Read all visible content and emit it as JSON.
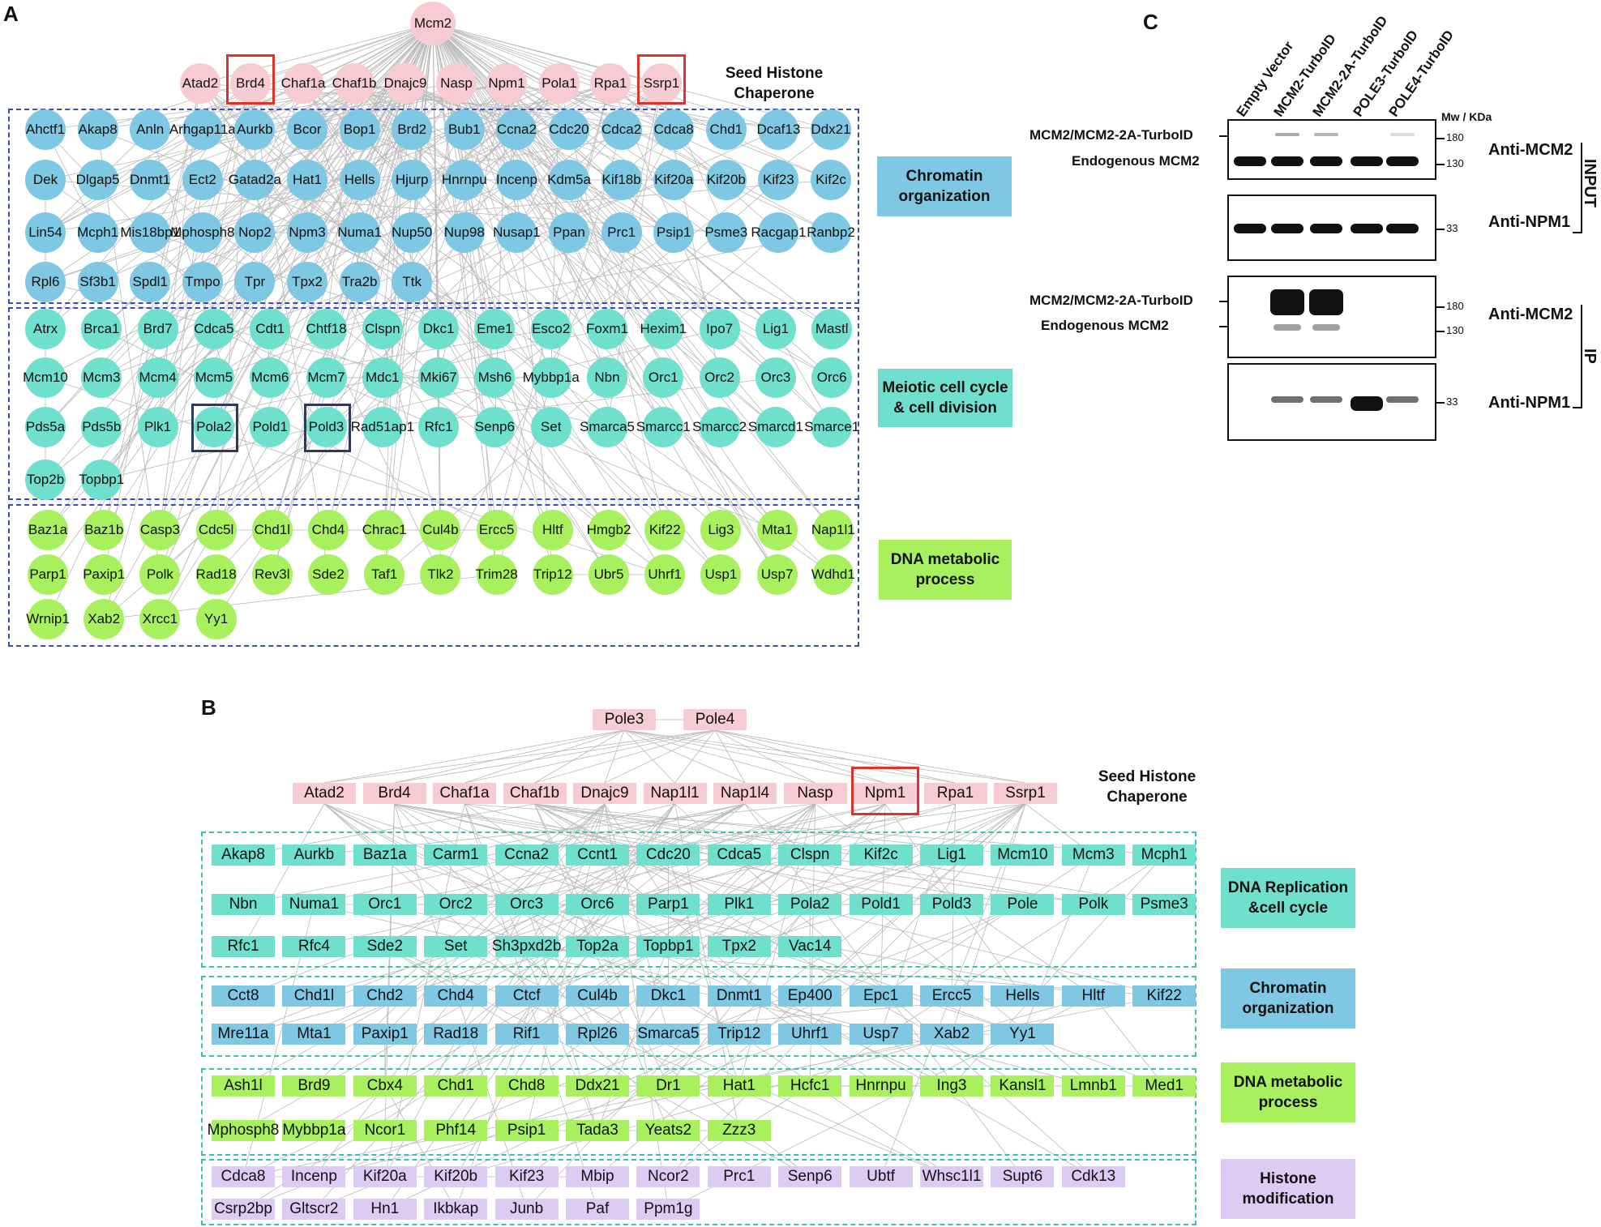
{
  "panels": {
    "a": "A",
    "b": "B",
    "c": "C"
  },
  "colors": {
    "seed": "#f7cbd4",
    "chromatin": "#7ec8e3",
    "meiotic": "#6fe0cd",
    "dna_metabolic": "#a8f05e",
    "histone_mod": "#dccbf3",
    "edge": "#b9b9b9",
    "highlight_red": "#e0322b",
    "highlight_navy": "#2e3a5e"
  },
  "panelA": {
    "hub": "Mcm2",
    "seed_label": "Seed Histone\nChaperone",
    "seeds": [
      "Atad2",
      "Brd4",
      "Chaf1a",
      "Chaf1b",
      "Dnajc9",
      "Nasp",
      "Npm1",
      "Pola1",
      "Rpa1",
      "Ssrp1"
    ],
    "highlighted_red": [
      "Brd4",
      "Ssrp1"
    ],
    "highlighted_navy": [
      "Pola2",
      "Pold3"
    ],
    "groups": [
      {
        "label": "Chromatin\norganization",
        "color_key": "chromatin",
        "rows": [
          [
            "Ahctf1",
            "Akap8",
            "Anln",
            "Arhgap11a",
            "Aurkb",
            "Bcor",
            "Bop1",
            "Brd2",
            "Bub1",
            "Ccna2",
            "Cdc20",
            "Cdca2",
            "Cdca8",
            "Chd1",
            "Dcaf13",
            "Ddx21"
          ],
          [
            "Dek",
            "Dlgap5",
            "Dnmt1",
            "Ect2",
            "Gatad2a",
            "Hat1",
            "Hells",
            "Hjurp",
            "Hnrnpu",
            "Incenp",
            "Kdm5a",
            "Kif18b",
            "Kif20a",
            "Kif20b",
            "Kif23",
            "Kif2c"
          ],
          [
            "Lin54",
            "Mcph1",
            "Mis18bp1",
            "Mphosph8",
            "Nop2",
            "Npm3",
            "Numa1",
            "Nup50",
            "Nup98",
            "Nusap1",
            "Ppan",
            "Prc1",
            "Psip1",
            "Psme3",
            "Racgap1",
            "Ranbp2"
          ],
          [
            "Rpl6",
            "Sf3b1",
            "Spdl1",
            "Tmpo",
            "Tpr",
            "Tpx2",
            "Tra2b",
            "Ttk"
          ]
        ]
      },
      {
        "label": "Meiotic cell cycle\n& cell division",
        "color_key": "meiotic",
        "rows": [
          [
            "Atrx",
            "Brca1",
            "Brd7",
            "Cdca5",
            "Cdt1",
            "Chtf18",
            "Clspn",
            "Dkc1",
            "Eme1",
            "Esco2",
            "Foxm1",
            "Hexim1",
            "Ipo7",
            "Lig1",
            "Mastl"
          ],
          [
            "Mcm10",
            "Mcm3",
            "Mcm4",
            "Mcm5",
            "Mcm6",
            "Mcm7",
            "Mdc1",
            "Mki67",
            "Msh6",
            "Mybbp1a",
            "Nbn",
            "Orc1",
            "Orc2",
            "Orc3",
            "Orc6"
          ],
          [
            "Pds5a",
            "Pds5b",
            "Plk1",
            "Pola2",
            "Pold1",
            "Pold3",
            "Rad51ap1",
            "Rfc1",
            "Senp6",
            "Set",
            "Smarca5",
            "Smarcc1",
            "Smarcc2",
            "Smarcd1",
            "Smarce1"
          ],
          [
            "Top2b",
            "Topbp1"
          ]
        ]
      },
      {
        "label": "DNA metabolic\nprocess",
        "color_key": "dna_metabolic",
        "rows": [
          [
            "Baz1a",
            "Baz1b",
            "Casp3",
            "Cdc5l",
            "Chd1l",
            "Chd4",
            "Chrac1",
            "Cul4b",
            "Ercc5",
            "Hltf",
            "Hmgb2",
            "Kif22",
            "Lig3",
            "Mta1",
            "Nap1l1"
          ],
          [
            "Parp1",
            "Paxip1",
            "Polk",
            "Rad18",
            "Rev3l",
            "Sde2",
            "Taf1",
            "Tlk2",
            "Trim28",
            "Trip12",
            "Ubr5",
            "Uhrf1",
            "Usp1",
            "Usp7",
            "Wdhd1"
          ],
          [
            "Wrnip1",
            "Xab2",
            "Xrcc1",
            "Yy1"
          ]
        ]
      }
    ]
  },
  "panelB": {
    "hubs": [
      "Pole3",
      "Pole4"
    ],
    "seed_label": "Seed Histone\nChaperone",
    "seeds": [
      "Atad2",
      "Brd4",
      "Chaf1a",
      "Chaf1b",
      "Dnajc9",
      "Nap1l1",
      "Nap1l4",
      "Nasp",
      "Npm1",
      "Rpa1",
      "Ssrp1"
    ],
    "highlighted_red": [
      "Npm1"
    ],
    "groups": [
      {
        "label": "DNA Replication\n&cell cycle",
        "color_key": "meiotic",
        "rows": [
          [
            "Akap8",
            "Aurkb",
            "Baz1a",
            "Carm1",
            "Ccna2",
            "Ccnt1",
            "Cdc20",
            "Cdca5",
            "Clspn",
            "Kif2c",
            "Lig1",
            "Mcm10",
            "Mcm3",
            "Mcph1"
          ],
          [
            "Nbn",
            "Numa1",
            "Orc1",
            "Orc2",
            "Orc3",
            "Orc6",
            "Parp1",
            "Plk1",
            "Pola2",
            "Pold1",
            "Pold3",
            "Pole",
            "Polk",
            "Psme3"
          ],
          [
            "Rfc1",
            "Rfc4",
            "Sde2",
            "Set",
            "Sh3pxd2b",
            "Top2a",
            "Topbp1",
            "Tpx2",
            "Vac14"
          ]
        ]
      },
      {
        "label": "Chromatin\norganization",
        "color_key": "chromatin",
        "rows": [
          [
            "Cct8",
            "Chd1l",
            "Chd2",
            "Chd4",
            "Ctcf",
            "Cul4b",
            "Dkc1",
            "Dnmt1",
            "Ep400",
            "Epc1",
            "Ercc5",
            "Hells",
            "Hltf",
            "Kif22"
          ],
          [
            "Mre11a",
            "Mta1",
            "Paxip1",
            "Rad18",
            "Rif1",
            "Rpl26",
            "Smarca5",
            "Trip12",
            "Uhrf1",
            "Usp7",
            "Xab2",
            "Yy1"
          ]
        ]
      },
      {
        "label": "DNA metabolic\nprocess",
        "color_key": "dna_metabolic",
        "rows": [
          [
            "Ash1l",
            "Brd9",
            "Cbx4",
            "Chd1",
            "Chd8",
            "Ddx21",
            "Dr1",
            "Hat1",
            "Hcfc1",
            "Hnrnpu",
            "Ing3",
            "Kansl1",
            "Lmnb1",
            "Med1"
          ],
          [
            "Mphosph8",
            "Mybbp1a",
            "Ncor1",
            "Phf14",
            "Psip1",
            "Tada3",
            "Yeats2",
            "Zzz3"
          ]
        ]
      },
      {
        "label": "Histone\nmodification",
        "color_key": "histone_mod",
        "rows": [
          [
            "Cdca8",
            "Incenp",
            "Kif20a",
            "Kif20b",
            "Kif23",
            "Mbip",
            "Ncor2",
            "Prc1",
            "Senp6",
            "Ubtf",
            "Whsc1l1",
            "Supt6",
            "Cdk13"
          ],
          [
            "Csrp2bp",
            "Gltscr2",
            "Hn1",
            "Ikbkap",
            "Junb",
            "Paf",
            "Ppm1g"
          ]
        ]
      }
    ]
  },
  "panelC": {
    "mw_header": "Mw / KDa",
    "lanes": [
      "Empty Vector",
      "MCM2-TurboID",
      "MCM2-2A-TurboID",
      "POLE3-TurboID",
      "POLE4-TurboID"
    ],
    "input_label": "INPUT",
    "ip_label": "IP",
    "blots": [
      {
        "antibody": "Anti-MCM2",
        "left_labels": [
          "MCM2/MCM2-2A-TurboID",
          "Endogenous MCM2"
        ],
        "mw": [
          "180",
          "130"
        ],
        "upper_band": [
          0.0,
          0.35,
          0.3,
          0.0,
          0.15
        ],
        "lower_band": [
          1.0,
          1.0,
          1.0,
          1.0,
          1.0
        ]
      },
      {
        "antibody": "Anti-NPM1",
        "left_labels": [],
        "mw": [
          "33"
        ],
        "band": [
          1.0,
          1.0,
          1.0,
          1.0,
          1.0
        ]
      },
      {
        "antibody": "Anti-MCM2",
        "left_labels": [
          "MCM2/MCM2-2A-TurboID",
          "Endogenous MCM2"
        ],
        "mw": [
          "180",
          "130"
        ],
        "upper_band": [
          0.0,
          1.0,
          1.0,
          0.0,
          0.0
        ],
        "lower_band": [
          0.0,
          0.4,
          0.4,
          0.0,
          0.0
        ]
      },
      {
        "antibody": "Anti-NPM1",
        "left_labels": [],
        "mw": [
          "33"
        ],
        "band": [
          0.0,
          0.6,
          0.6,
          1.0,
          0.6
        ]
      }
    ]
  }
}
